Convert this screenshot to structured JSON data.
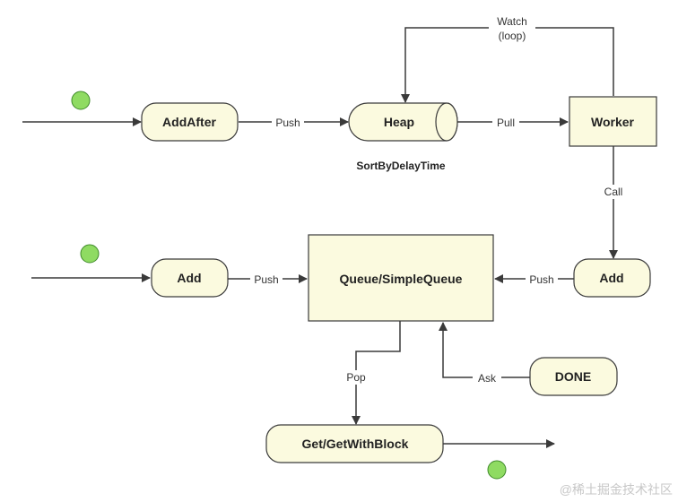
{
  "colors": {
    "node_fill": "#fbfadf",
    "node_stroke": "#3a3a3a",
    "edge_stroke": "#3a3a3a",
    "dot_fill": "#8fdb62",
    "dot_stroke": "#3f8a2a",
    "label_bg": "#ffffff"
  },
  "nodes": {
    "add_after": "AddAfter",
    "heap": "Heap",
    "worker": "Worker",
    "add_left": "Add",
    "queue": "Queue/SimpleQueue",
    "add_right": "Add",
    "done": "DONE",
    "get": "Get/GetWithBlock"
  },
  "notes": {
    "sort": "SortByDelayTime"
  },
  "edges": {
    "push_top": "Push",
    "pull": "Pull",
    "watch_line1": "Watch",
    "watch_line2": "(loop)",
    "call": "Call",
    "push_left": "Push",
    "push_right": "Push",
    "pop": "Pop",
    "ask": "Ask"
  },
  "watermark": "@稀土掘金技术社区"
}
